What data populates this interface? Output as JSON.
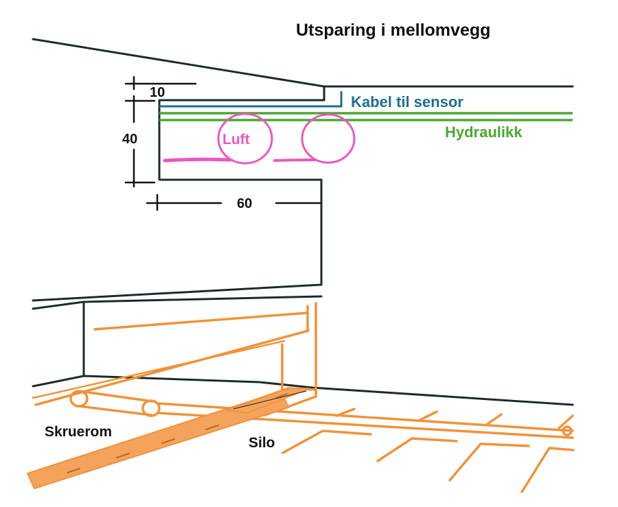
{
  "title": "Utsparing i mellomvegg",
  "labels": {
    "cable": "Kabel til sensor",
    "hydraulics": "Hydraulikk",
    "air": "Luft",
    "screw_room": "Skruerom",
    "silo": "Silo"
  },
  "dimensions": {
    "top_offset": "10",
    "height": "40",
    "width": "60"
  },
  "colors": {
    "outline": "#1c2b2b",
    "cable": "#1e6f8f",
    "hydraulics": "#4aa832",
    "air": "#ee55c0",
    "equipment": "#f0933a"
  }
}
